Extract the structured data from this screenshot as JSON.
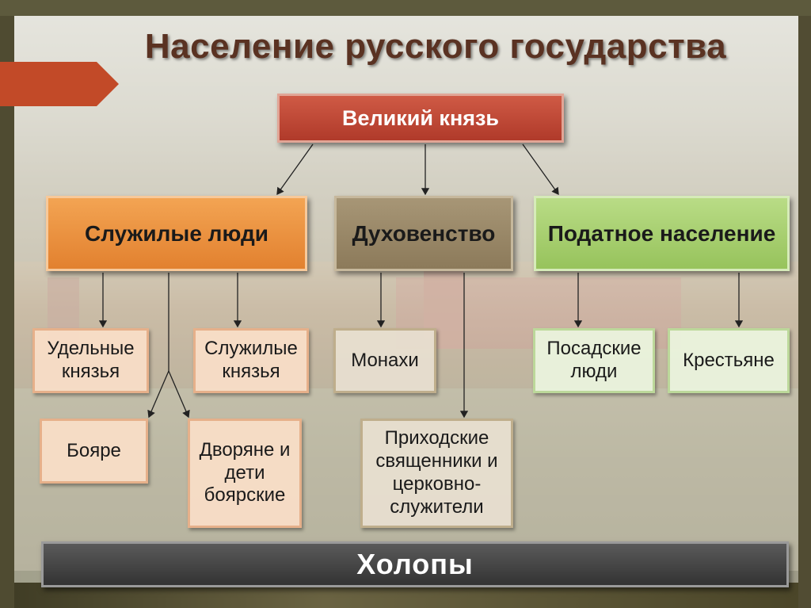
{
  "title": "Население русского государства",
  "root": "Великий князь",
  "groups": {
    "serving": "Служилые люди",
    "clergy": "Духовенство",
    "taxable": "Податное население"
  },
  "subgroups": {
    "udelnye": "Удельные князья",
    "sluzhilye_knyazya": "Служилые князья",
    "boyare": "Бояре",
    "dvoryane": "Дворяне и дети боярские",
    "monahi": "Монахи",
    "prihodskie": "Приходские священники и церковно-служители",
    "posadskie": "Посадские люди",
    "krestyane": "Крестьяне"
  },
  "bottom": "Холопы",
  "colors": {
    "root": "#b03a2a",
    "serving": "#e2812f",
    "clergy": "#8c7a5a",
    "taxable": "#97c35c",
    "serfs": "#333333",
    "title": "#5a3222"
  }
}
